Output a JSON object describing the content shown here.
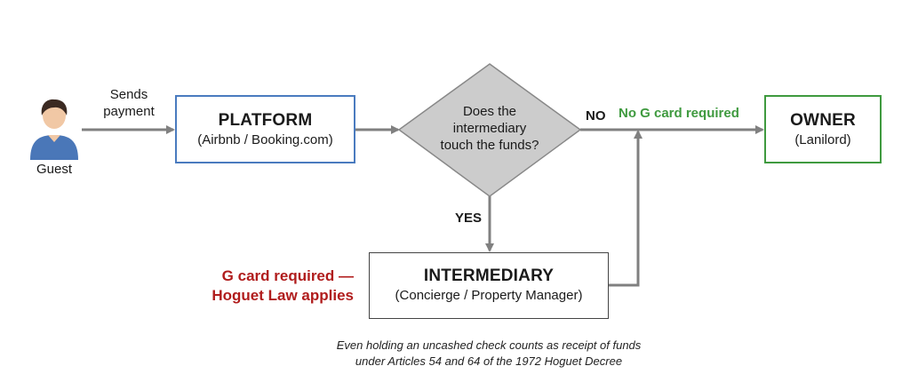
{
  "guest": {
    "label": "Guest"
  },
  "edge_guest_platform": {
    "line1": "Sends",
    "line2": "payment"
  },
  "platform": {
    "title": "PLATFORM",
    "subtitle": "(Airbnb / Booking.com)"
  },
  "decision": {
    "line1": "Does the",
    "line2": "intermediary",
    "line3": "touch the funds?"
  },
  "no_branch": {
    "label": "NO",
    "note": "No G card required"
  },
  "yes_branch": {
    "label": "YES"
  },
  "owner": {
    "title": "OWNER",
    "subtitle": "(Lanilord)"
  },
  "intermediary": {
    "title": "INTERMEDIARY",
    "subtitle": "(Concierge / Property Manager)"
  },
  "warning": {
    "line1": "G card required —",
    "line2": "Hoguet Law applies"
  },
  "footnote": {
    "line1": "Even holding an uncashed check counts as receipt of funds",
    "line2": "under Articles 54 and 64 of the 1972 Hoguet Decree"
  },
  "colors": {
    "platform_border": "#4a7bbf",
    "owner_border": "#3f9a3f",
    "diamond_fill": "#cccccc",
    "arrow": "#808080",
    "no_note": "#3f9a3f",
    "warning": "#b01c1c",
    "guest_shirt": "#4a77b8",
    "guest_skin": "#f1c8a5",
    "guest_hair": "#3b2a22"
  }
}
